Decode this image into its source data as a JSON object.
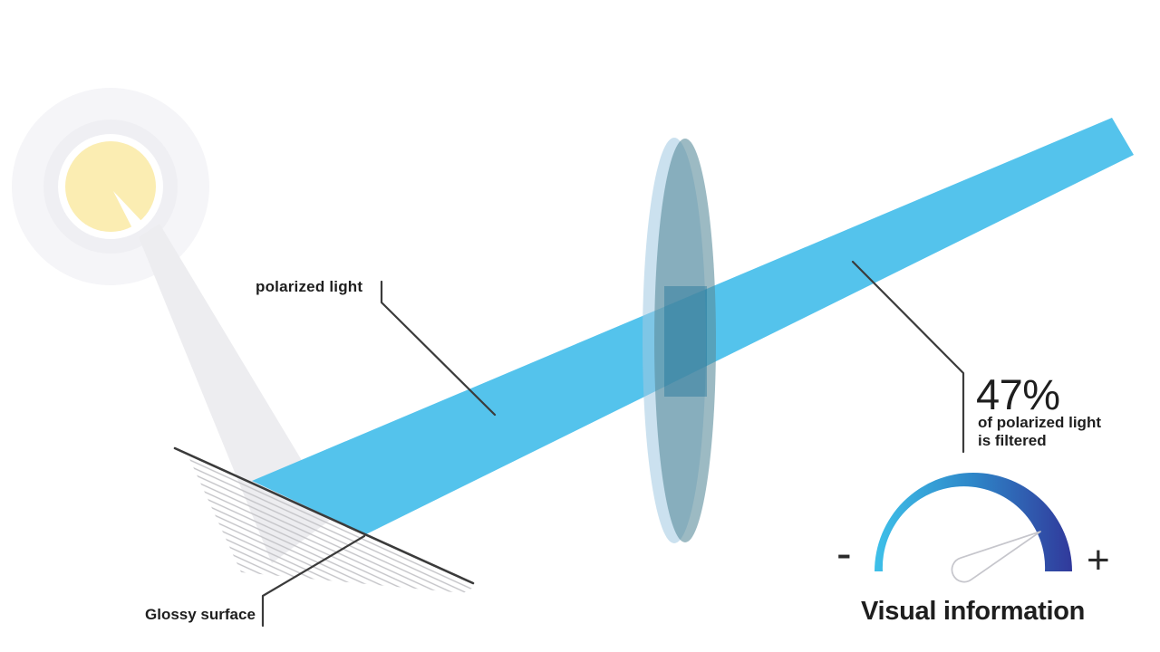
{
  "labels": {
    "polarized_light": "polarized light",
    "glossy_surface": "Glossy surface",
    "filter_stat_value": "47%",
    "filter_stat_caption_line1": "of polarized light",
    "filter_stat_caption_line2": "is filtered",
    "gauge_minus": "-",
    "gauge_plus": "+",
    "gauge_title": "Visual information"
  },
  "colors": {
    "background": "#FFFFFF",
    "beam": "#54C3EC",
    "sun_core": "#FBEDB2",
    "sun_halo_outer": "#F5F5F8",
    "sun_halo_inner": "#EFEFF3",
    "incident_beam": "#EDEDF0",
    "lens_rim": "rgba(160,200,225,0.55)",
    "lens_face": "rgba(90,140,155,0.6)",
    "filter_slot": "rgba(20,110,150,0.4)",
    "gauge_start": "#3EC0E9",
    "gauge_mid": "#2E86C8",
    "gauge_end": "#31399B",
    "leader_line": "#3B3B3B",
    "hatch_line": "#C4C4C8",
    "text": "#1E1E1E"
  },
  "icons": {
    "sun": "sun-icon",
    "lens": "polarizing-filter-lens",
    "gauge": "gauge-arc-icon",
    "needle": "gauge-needle-icon"
  }
}
